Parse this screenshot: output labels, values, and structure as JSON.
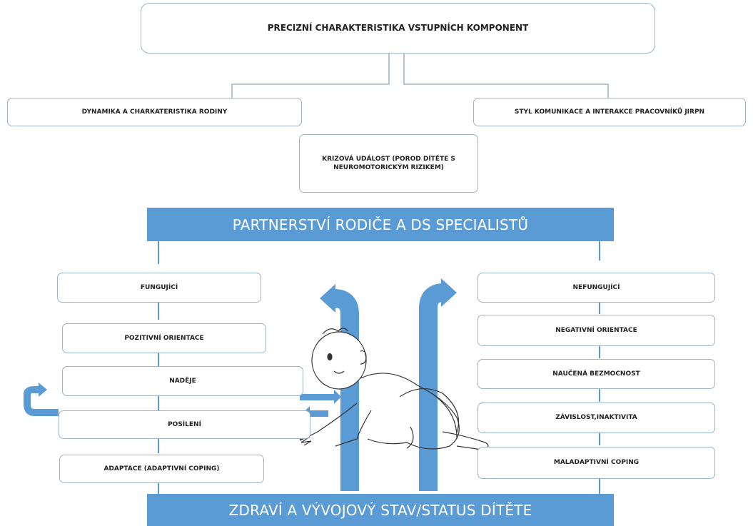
{
  "top": {
    "title": "PRECIZNÍ CHARAKTERISTIKA VSTUPNÍCH KOMPONENT"
  },
  "inputs": {
    "left": "DYNAMIKA A  CHARKATERISTIKA RODINY",
    "right": "STYL KOMUNIKACE A INTERAKCE PRACOVNÍKŮ JIRPN",
    "crisis": "KRIZOVÁ UDÁLOST (POROD DÍTĚTE S NEUROMOTORICKÝM RIZIKEM)"
  },
  "partnership": {
    "label": "PARTNERSTVÍ RODIČE A DS SPECIALISTŮ"
  },
  "positive_path": [
    "FUNGUJÍCÍ",
    "POZITIVNÍ ORIENTACE",
    "NADĚJE",
    "POSÍLENÍ",
    "ADAPTACE (ADAPTIVNÍ COPING)"
  ],
  "negative_path": [
    "NEFUNGUJÍCÍ",
    "NEGATIVNÍ ORIENTACE",
    "NAUČENÁ BEZMOCNOST",
    "ZÁVISLOST,INAKTIVITA",
    "MALADAPTIVNÍ COPING"
  ],
  "outcome": {
    "label": "ZDRAVÍ A VÝVOJOVÝ STAV/STATUS DÍTĚTE"
  },
  "colors": {
    "band": "#5b9bd5",
    "arrow": "#5b9bd5",
    "box_border": "#9fb3c8",
    "connector": "#8fa5bb"
  },
  "illustration": "crawling-baby-line-drawing"
}
